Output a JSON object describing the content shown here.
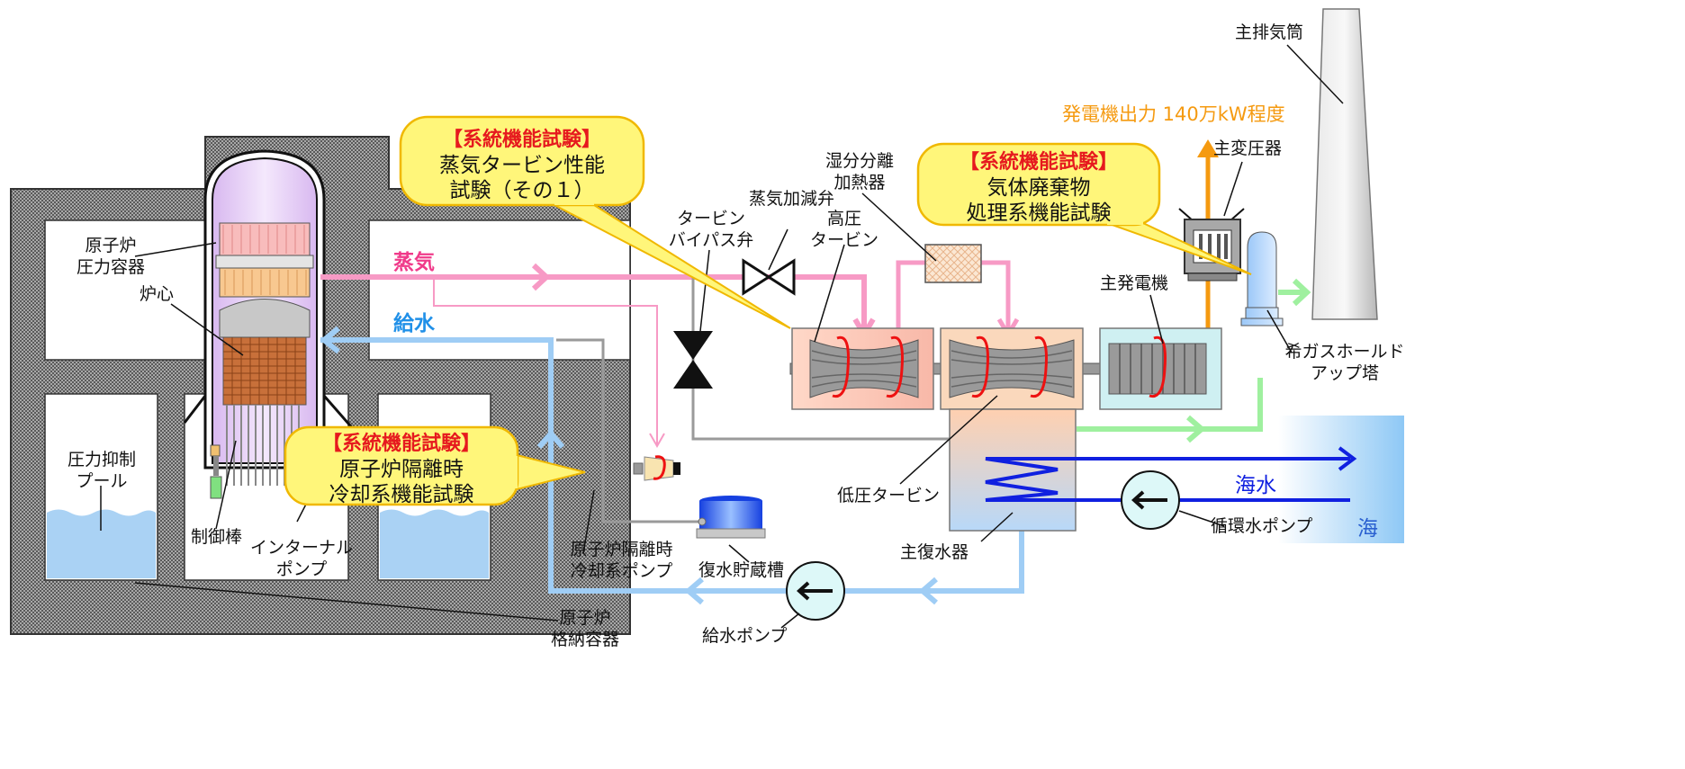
{
  "flows": {
    "steam": "蒸気",
    "feedwater": "給水",
    "seawater": "海水",
    "sea": "海"
  },
  "labels": {
    "rpv": [
      "原子炉",
      "圧力容器"
    ],
    "core": "炉心",
    "suppression_pool": [
      "圧力抑制",
      "プール"
    ],
    "control_rod": "制御棒",
    "internal_pump": [
      "インターナル",
      "ポンプ"
    ],
    "containment": [
      "原子炉",
      "格納容器"
    ],
    "rcic_pump": [
      "原子炉隔離時",
      "冷却系ポンプ"
    ],
    "condensate_tank": "復水貯蔵槽",
    "feedwater_pump": "給水ポンプ",
    "bypass_valve": [
      "タービン",
      "バイパス弁"
    ],
    "steam_control_valve": "蒸気加減弁",
    "hp_turbine": [
      "高圧",
      "タービン"
    ],
    "msr": [
      "湿分分離",
      "加熱器"
    ],
    "lp_turbine": "低圧タービン",
    "condenser": "主復水器",
    "generator": "主発電機",
    "transformer": "主変圧器",
    "stack": "主排気筒",
    "holdup_tower": [
      "希ガスホールド",
      "アップ塔"
    ],
    "circ_pump": "循環水ポンプ",
    "generator_output": "発電機出力 140万kW程度"
  },
  "callouts": {
    "turbine_test": {
      "title": "【系統機能試験】",
      "body": [
        "蒸気タービン性能",
        "試験（その１）"
      ]
    },
    "offgas_test": {
      "title": "【系統機能試験】",
      "body": [
        "気体廃棄物",
        "処理系機能試験"
      ]
    },
    "rcic_test": {
      "title": "【系統機能試験】",
      "body": [
        "原子炉隔離時",
        "冷却系機能試験"
      ]
    }
  },
  "colors": {
    "steam": "#f79ac5",
    "feedwater": "#9fcdf5",
    "seawater": "#1020e0",
    "offgas": "#9ff09f",
    "power": "#f59a10",
    "callout_fill": "#fff67a",
    "callout_stroke": "#f0b800",
    "rotation": "#ee1111"
  }
}
